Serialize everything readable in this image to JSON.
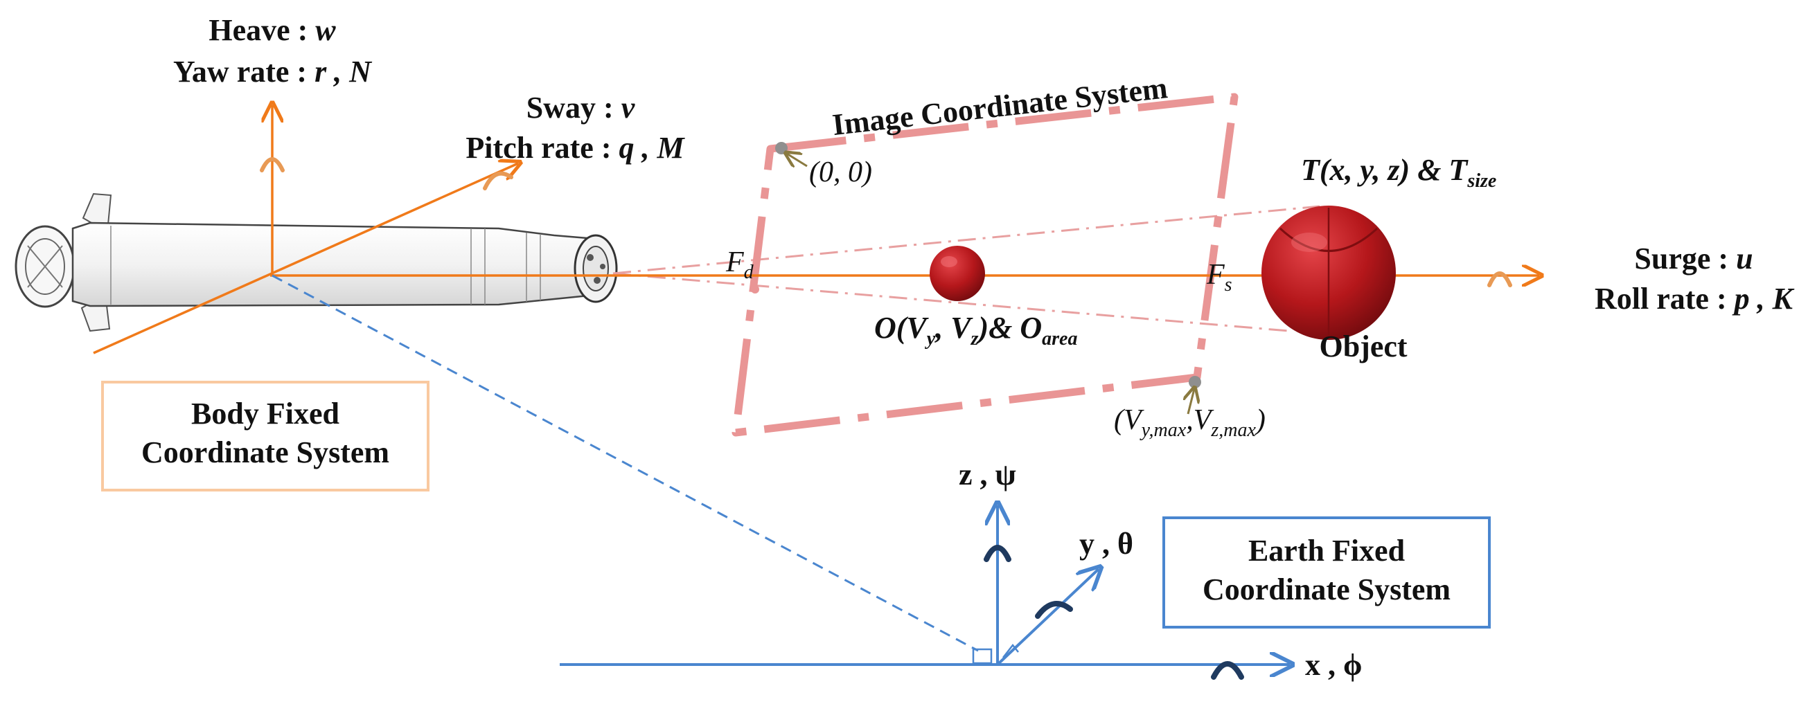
{
  "body_axes": {
    "heave": {
      "name": "Heave :",
      "sym": "w"
    },
    "yaw": {
      "name": "Yaw rate :",
      "sym": "r , N"
    },
    "sway": {
      "name": "Sway :",
      "sym": "v"
    },
    "pitch": {
      "name": "Pitch rate :",
      "sym": "q , M"
    },
    "surge": {
      "name": "Surge :",
      "sym": "u"
    },
    "roll": {
      "name": "Roll rate :",
      "sym": "p , K"
    }
  },
  "body_frame_box": {
    "line1": "Body Fixed",
    "line2": "Coordinate System"
  },
  "image_frame": {
    "title": "Image Coordinate System",
    "origin_label": "(0, 0)",
    "max_label": "(V",
    "max_sub_y": "y,max",
    "max_mid": ",V",
    "max_sub_z": "z,max",
    "max_close": ")",
    "fd": "F",
    "fd_sub": "d",
    "fs": "F",
    "fs_sub": "s"
  },
  "object_labels": {
    "o_main": "O(V",
    "o_sub_y": "y",
    "o_mid": ", V",
    "o_sub_z": "z",
    "o_close": ")& O",
    "o_sub_area": "area",
    "t_main": "T(x, y, z) & T",
    "t_sub": "size",
    "object": "Object"
  },
  "earth_axes": {
    "z": "z , ψ",
    "y": "y , θ",
    "x": "x , ϕ"
  },
  "earth_frame_box": {
    "line1": "Earth Fixed",
    "line2": "Coordinate System"
  },
  "colors": {
    "body_axes": "#F07A1A",
    "body_box_border": "#F9C9A0",
    "image_frame": "#E99595",
    "earth_axes": "#4A86CF",
    "earth_box_border": "#4A86CF",
    "ball": "#B5171B",
    "rotation_arc_earth": "#1F3A5F",
    "rotation_arc_body": "#E89A55"
  },
  "icons": [
    "auv-vehicle-icon",
    "red-ball-icon",
    "rotation-arrow-icon"
  ]
}
